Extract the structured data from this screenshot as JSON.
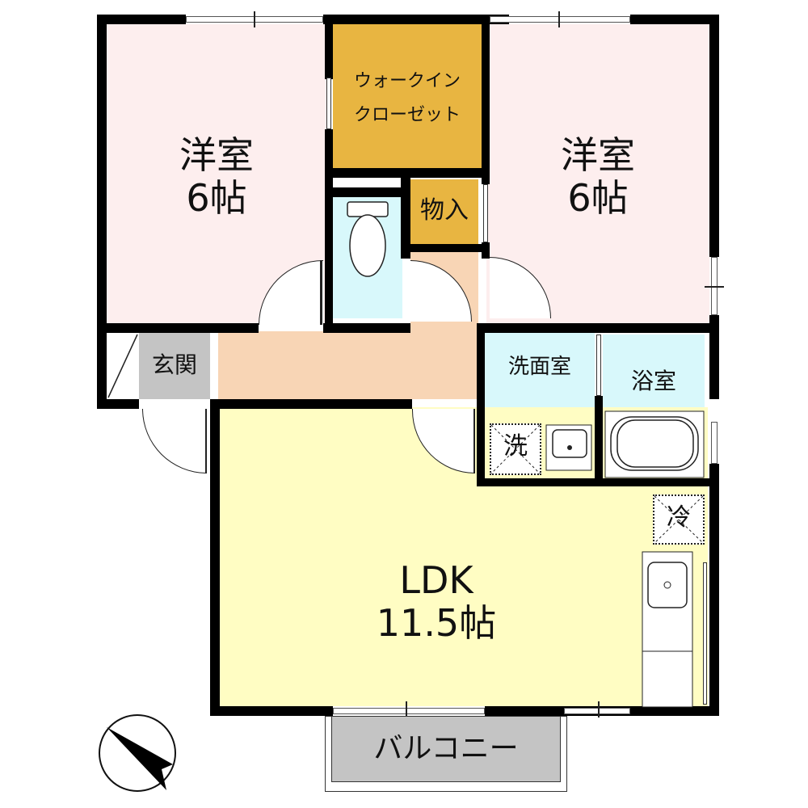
{
  "floorplan": {
    "rooms": {
      "western_room_left": {
        "name": "洋室",
        "size": "6帖",
        "color": "#fdeeee"
      },
      "western_room_right": {
        "name": "洋室",
        "size": "6帖",
        "color": "#fdeeee"
      },
      "walk_in_closet": {
        "line1": "ウォークイン",
        "line2": "クローゼット",
        "color": "#e8b541"
      },
      "storage": {
        "name": "物入",
        "color": "#e8b541"
      },
      "toilet": {
        "color": "#d8f8fb"
      },
      "entrance": {
        "name": "玄関",
        "color": "#c4c4c4"
      },
      "hallway": {
        "color": "#f8d5b5"
      },
      "washroom": {
        "name": "洗面室",
        "color": "#d8f8fb"
      },
      "washer": {
        "symbol": "洗"
      },
      "bathroom": {
        "name": "浴室",
        "color": "#d8f8fb"
      },
      "ldk": {
        "name": "LDK",
        "size": "11.5帖",
        "color": "#fffdc3"
      },
      "fridge": {
        "symbol": "冷"
      },
      "balcony": {
        "name": "バルコニー",
        "color": "#c4c4c4"
      }
    },
    "compass": {
      "icon": "north-arrow-icon"
    }
  }
}
